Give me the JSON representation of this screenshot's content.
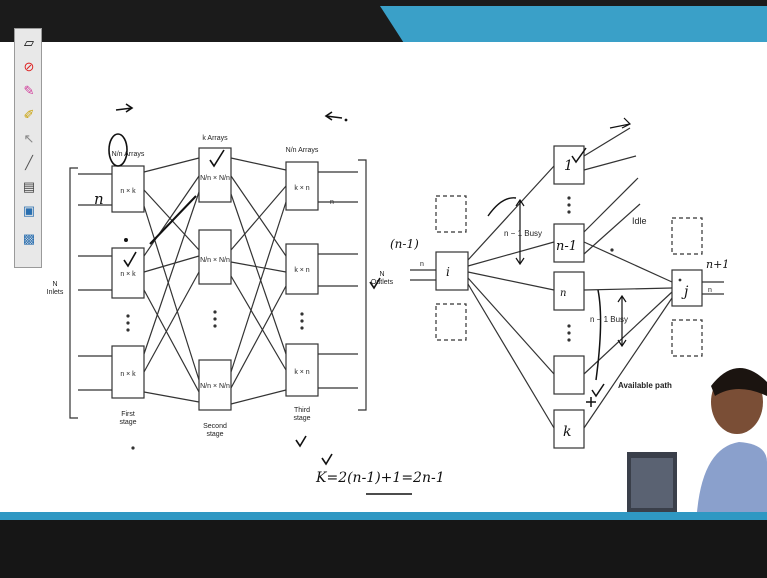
{
  "toolbar": {
    "tools": [
      "select-icon",
      "eraser-icon",
      "highlighter-icon",
      "pen-icon",
      "pointer-icon",
      "line-icon",
      "menu-icon",
      "screen-icon",
      "save-icon"
    ]
  },
  "left": {
    "arrays_top_1": "N/n Arrays",
    "arrays_top_2": "k Arrays",
    "arrays_top_3": "N/n Arrays",
    "n_label": "n",
    "box1": "n × k",
    "box2": "N/n × N/n",
    "box3": "k × n",
    "inlets": "N\nInlets",
    "outlets": "N\nOutlets",
    "first_stage": "First\nstage",
    "second_stage": "Second\nstage",
    "third_stage": "Third\nstage",
    "small_n": "n",
    "formula": "K=2(n-1)+1=2n-1"
  },
  "right": {
    "n_minus_1": "(n-1)",
    "idle": "Idle",
    "busy_top": "n − 1 Busy",
    "busy_bottom": "n − 1 Busy",
    "available": "Available path",
    "node_1": "1",
    "node_nm1": "n-1",
    "node_n": "n",
    "node_k": "k",
    "node_j": "j",
    "input_box": "i",
    "n_plus_1": "n+1",
    "small_n": "n"
  },
  "colors": {
    "top_band": "#1b1b1b",
    "accent": "#3aa0c8",
    "bottom_band": "#161616"
  }
}
